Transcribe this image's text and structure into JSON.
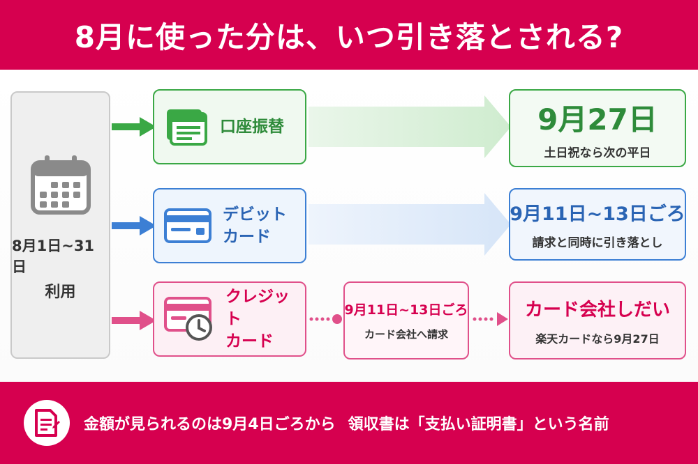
{
  "header": {
    "title": "8月に使った分は、いつ引き落とされる?"
  },
  "usage": {
    "range": "8月1日~31日",
    "label": "利用"
  },
  "methods": [
    {
      "label_lines": [
        "口座振替"
      ],
      "icon": "bank-book-icon",
      "color": "#3aa845",
      "result": {
        "main": "9月27日",
        "sub": "土日祝なら次の平日"
      }
    },
    {
      "label_lines": [
        "デビット",
        "カード"
      ],
      "icon": "card-icon",
      "color": "#3c7fd4",
      "result": {
        "main": "9月11日~13日ごろ",
        "sub": "請求と同時に引き落とし"
      }
    },
    {
      "label_lines": [
        "クレジット",
        "カード"
      ],
      "icon": "card-clock-icon",
      "color": "#e0508a",
      "intermediate": {
        "main": "9月11日~13日ごろ",
        "sub": "カード会社へ請求"
      },
      "result": {
        "main": "カード会社しだい",
        "sub": "楽天カードなら9月27日"
      }
    }
  ],
  "footer": {
    "icon": "document-icon",
    "text1": "金額が見られるのは9月4日ごろから",
    "text2": "領収書は「支払い証明書」という名前"
  },
  "colors": {
    "accent": "#d6004f",
    "green": "#3aa845",
    "blue": "#3c7fd4",
    "pink": "#e0508a"
  }
}
